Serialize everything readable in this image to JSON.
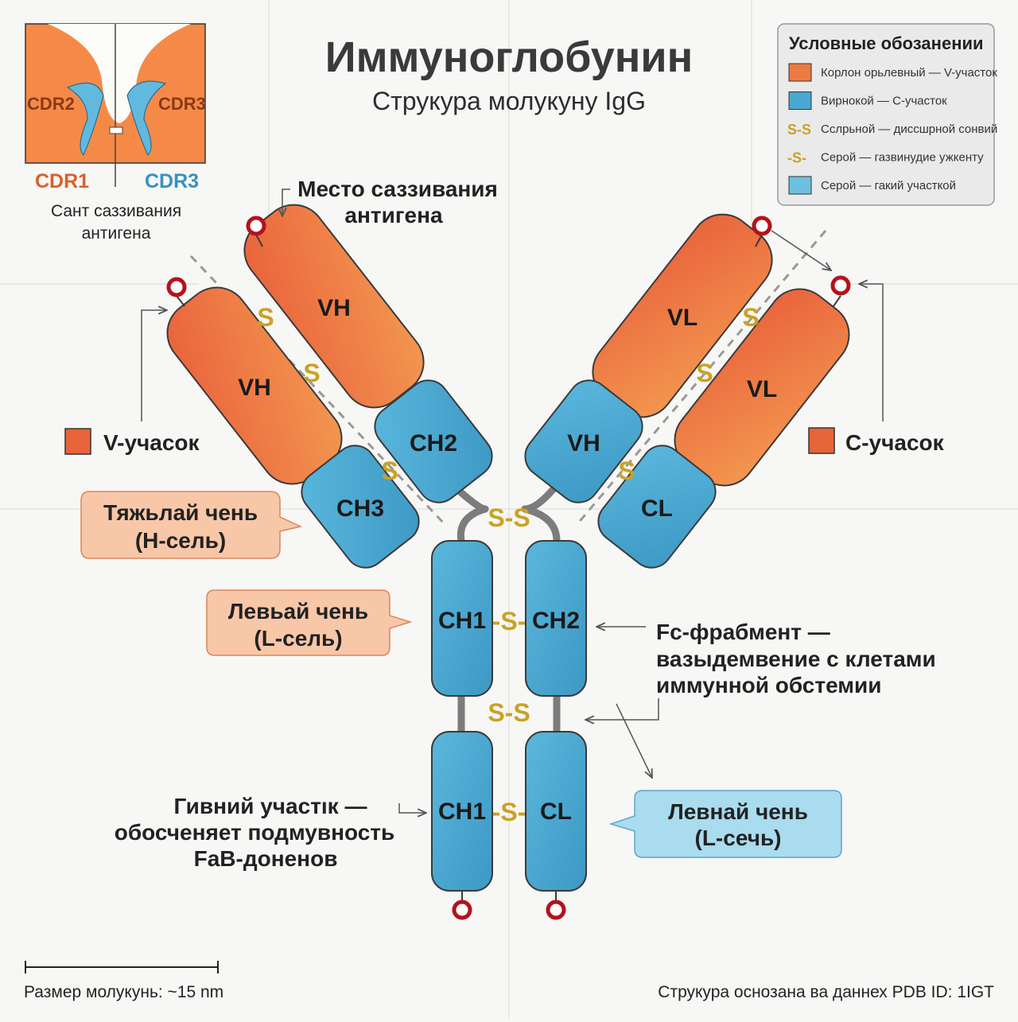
{
  "header": {
    "title": "Иммуноглобунин",
    "subtitle": "Струкура молукуну IgG"
  },
  "inset": {
    "cdr2": "CDR2",
    "cdr3_top": "CDR3",
    "cdr1": "CDR1",
    "cdr3_bottom": "CDR3",
    "caption_line1": "Сант саззивания",
    "caption_line2": "антигена"
  },
  "legend": {
    "title": "Условные обозанении",
    "items": [
      {
        "symbol": "",
        "text": "Корлон орьлевный — V-участок",
        "color": "#ec7b42"
      },
      {
        "symbol": "",
        "text": "Вирнокой — С-участок",
        "color": "#4aa8d0"
      },
      {
        "symbol": "S-S",
        "text": "Сслрьной — диссшрной сонвий",
        "color": "#c9a227"
      },
      {
        "symbol": "-S-",
        "text": "Серой — газвинудие ужкенту",
        "color": "#c9a227"
      },
      {
        "symbol": "",
        "text": "Серой — гакий участкой",
        "color": "#6cc0e0"
      }
    ]
  },
  "domains": {
    "left_outer_top": "VH",
    "left_inner_top": "VH",
    "left_outer_bottom": "CH3",
    "left_inner_bottom": "CH2",
    "right_outer_top": "VL",
    "right_inner_top": "VL",
    "right_outer_bottom": "CL",
    "right_inner_bottom": "VH",
    "stem_left_top": "CH1",
    "stem_right_top": "CH2",
    "stem_left_bottom": "CH1",
    "stem_right_bottom": "CL"
  },
  "bonds": {
    "s": "S",
    "ss": "S-S",
    "dash_s": "-S-"
  },
  "labels": {
    "binding_site_line1": "Место саззивания",
    "binding_site_line2": "антигена",
    "v_region": "V-учасок",
    "c_region": "С-учасок",
    "heavy_chain_line1": "Тяжьлай чень",
    "heavy_chain_line2": "(Н-сель)",
    "light_chain_left_line1": "Левьай чень",
    "light_chain_left_line2": "(L-сель)",
    "fc_line1": "Fc-фрабмент —",
    "fc_line2": "вазыдемвение с клетами",
    "fc_line3": "иммунной обстемии",
    "hinge_line1": "Гивний участıк —",
    "hinge_line2": "обосченяет подмувность",
    "hinge_line3": "FaB-доненов",
    "light_chain_right_line1": "Левнай чень",
    "light_chain_right_line2": "(L-сечь)"
  },
  "footer": {
    "scale_text": "Размер молукунь: ~15 nm",
    "source_text": "Струкура оснозана ва даннех PDB ID: 1IGT"
  },
  "colors": {
    "variable": "#ec7b42",
    "constant": "#4aa8d0",
    "disulfide": "#c9a227",
    "terminus": "#b5121b",
    "heavy_callout": "#f8c7a8",
    "light_callout_right": "#a9dcee"
  }
}
